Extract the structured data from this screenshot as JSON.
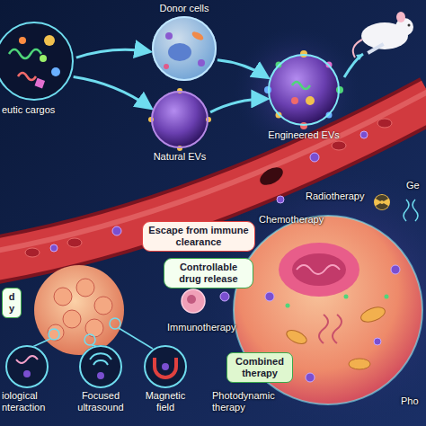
{
  "diagram": {
    "nodes": [
      {
        "text": [
          "eutic cargos"
        ]
      },
      {
        "text": [
          "Donor cells"
        ]
      },
      {
        "text": [
          "Natural EVs"
        ]
      },
      {
        "text": [
          "Engineered EVs"
        ]
      },
      {
        "text": [
          "Escape from immune clearance"
        ]
      },
      {
        "text": [
          "Controllable drug release"
        ]
      },
      {
        "text": [
          "d y"
        ]
      },
      {
        "text": [
          "Combined therapy"
        ]
      },
      {
        "text": [
          "iological nteraction"
        ]
      },
      {
        "text": [
          "Focused ultrasound"
        ]
      },
      {
        "text": [
          "Magnetic field"
        ]
      }
    ],
    "edges": [
      {
        "from": 0,
        "to": 1,
        "arrow": "to"
      },
      {
        "from": 0,
        "to": 2,
        "arrow": "to"
      },
      {
        "from": 1,
        "to": 3,
        "arrow": "to"
      },
      {
        "from": 2,
        "to": 3,
        "arrow": "to"
      }
    ],
    "labels": [
      "Chemotherapy",
      "Radiotherapy",
      "Ge",
      "Immunotherapy",
      "Photodynamic therapy",
      "Pho"
    ]
  }
}
